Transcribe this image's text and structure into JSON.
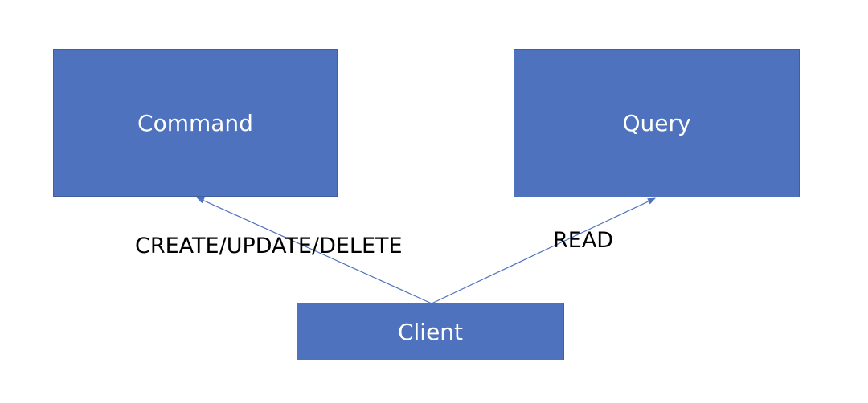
{
  "nodes": {
    "command": {
      "label": "Command"
    },
    "query": {
      "label": "Query"
    },
    "client": {
      "label": "Client"
    }
  },
  "edges": {
    "client_to_command": {
      "label": "CREATE/UPDATE/DELETE"
    },
    "client_to_query": {
      "label": "READ"
    }
  },
  "colors": {
    "node_fill": "#4f72be",
    "connector": "#4f72be",
    "node_text": "#ffffff",
    "edge_text": "#000000"
  }
}
